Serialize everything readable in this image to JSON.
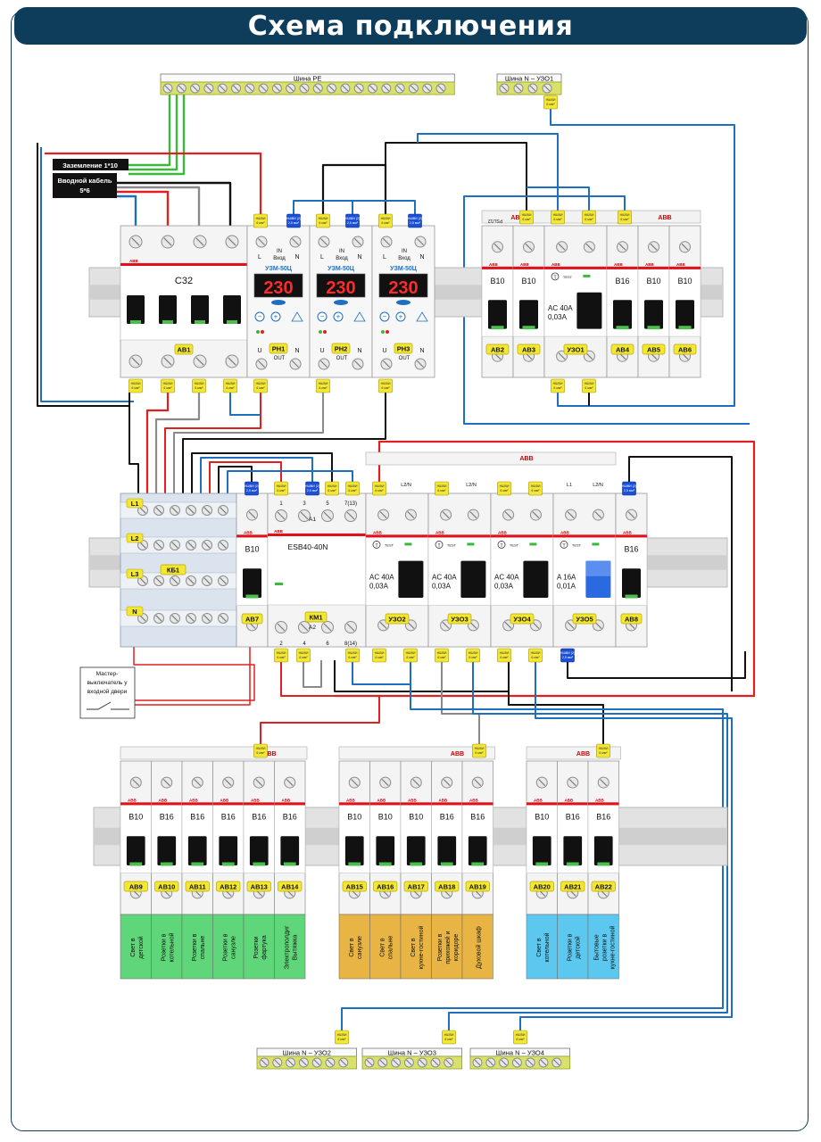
{
  "title": "Схема подключения",
  "buses": {
    "pe": "Шина PE",
    "n_uzo1": "Шина N – УЗО1",
    "n_uzo2": "Шина N – УЗО2",
    "n_uzo3": "Шина N – УЗО3",
    "n_uzo4": "Шина N – УЗО4"
  },
  "cables": {
    "ground": "Заземление 1*10",
    "input_1": "Вводной кабель",
    "input_2": "5*6"
  },
  "master_switch": [
    "Мастер-",
    "выключатель у",
    "входной двери"
  ],
  "wire_tag": [
    "НШВИ",
    "6 мм²"
  ],
  "wire_tag_thin": [
    "НШВИ (2)",
    "2,5 мм²"
  ],
  "brand": "ABB",
  "main_breaker": {
    "rating": "C32",
    "tag": "АВ1"
  },
  "relays": {
    "model": "УЗМ-50Ц",
    "display": "230",
    "label_in": "IN",
    "label_vhod": "Вход",
    "label_out": "OUT",
    "label_l": "L",
    "label_n": "N",
    "label_u": "U",
    "items": [
      {
        "tag": "РН1"
      },
      {
        "tag": "РН2"
      },
      {
        "tag": "РН3"
      }
    ]
  },
  "top_right": {
    "series": "PSL/12",
    "breakers": [
      {
        "rating": "B10",
        "tag": "АВ2"
      },
      {
        "rating": "B10",
        "tag": "АВ3"
      },
      {
        "rating": "AC 40A 0,03A",
        "tag": "УЗО1",
        "rcd": true
      },
      {
        "rating": "B16",
        "tag": "АВ4"
      },
      {
        "rating": "B10",
        "tag": "АВ5"
      },
      {
        "rating": "B10",
        "tag": "АВ6"
      }
    ]
  },
  "distribution_block": {
    "tag": "КБ1",
    "l1": "L1",
    "l2": "L2",
    "l3": "L3",
    "n": "N"
  },
  "middle_row": {
    "ab7": {
      "rating": "B10",
      "tag": "АВ7"
    },
    "contactor": {
      "model": "ESB40-40N",
      "tag": "КМ1",
      "a1": "A1",
      "a2": "A2",
      "t1": "1",
      "t3": "3",
      "t5": "5",
      "t7": "7(13)",
      "b2": "2",
      "b4": "4",
      "b6": "6",
      "b8": "8(14)"
    },
    "rcds": [
      {
        "rating": "AC 40A 0,03A",
        "tag": "УЗО2"
      },
      {
        "rating": "AC 40A 0,03A",
        "tag": "УЗО3"
      },
      {
        "rating": "AC 40A 0,03A",
        "tag": "УЗО4"
      },
      {
        "rating": "A 16A 0,01A",
        "tag": "УЗО5"
      }
    ],
    "ab8": {
      "rating": "B16",
      "tag": "АВ8"
    },
    "l2n": "L2/N",
    "l1": "L1",
    "test": "TEST"
  },
  "groups": [
    {
      "color": "#5fd67a",
      "breakers": [
        {
          "rating": "B10",
          "tag": "АВ9",
          "load": "Свет в детской"
        },
        {
          "rating": "B16",
          "tag": "АВ10",
          "load": "Розетки в котельной"
        },
        {
          "rating": "B16",
          "tag": "АВ11",
          "load": "Розетки в спальне"
        },
        {
          "rating": "B16",
          "tag": "АВ12",
          "load": "Розетки в санузле"
        },
        {
          "rating": "B16",
          "tag": "АВ13",
          "load": "Розетки фартука"
        },
        {
          "rating": "B16",
          "tag": "АВ14",
          "load": "Электрополдиг Вытяжка"
        }
      ]
    },
    {
      "color": "#e8b444",
      "breakers": [
        {
          "rating": "B10",
          "tag": "АВ15",
          "load": "Свет в санузле"
        },
        {
          "rating": "B10",
          "tag": "АВ16",
          "load": "Свет в спальне"
        },
        {
          "rating": "B10",
          "tag": "АВ17",
          "load": "Свет в кухне-гостиной"
        },
        {
          "rating": "B16",
          "tag": "АВ18",
          "load": "Розетки в прихожей и коридоре"
        },
        {
          "rating": "B16",
          "tag": "АВ19",
          "load": "Духовой шкаф"
        }
      ]
    },
    {
      "color": "#5cc8f0",
      "breakers": [
        {
          "rating": "B10",
          "tag": "АВ20",
          "load": "Свет в котельной"
        },
        {
          "rating": "B16",
          "tag": "АВ21",
          "load": "Розетки в детской"
        },
        {
          "rating": "B16",
          "tag": "АВ22",
          "load": "Бытовые розетки в кухне-гостиной"
        }
      ]
    }
  ],
  "colors": {
    "frame": "#0e3d5c",
    "red": "#e02020",
    "black": "#111111",
    "gray": "#8a8a8a",
    "blue": "#1f6fc0",
    "green": "#3cb83c",
    "yellow_green": "#d8e26a",
    "tag_yellow": "#f3e733",
    "abb_red": "#e2101b"
  }
}
